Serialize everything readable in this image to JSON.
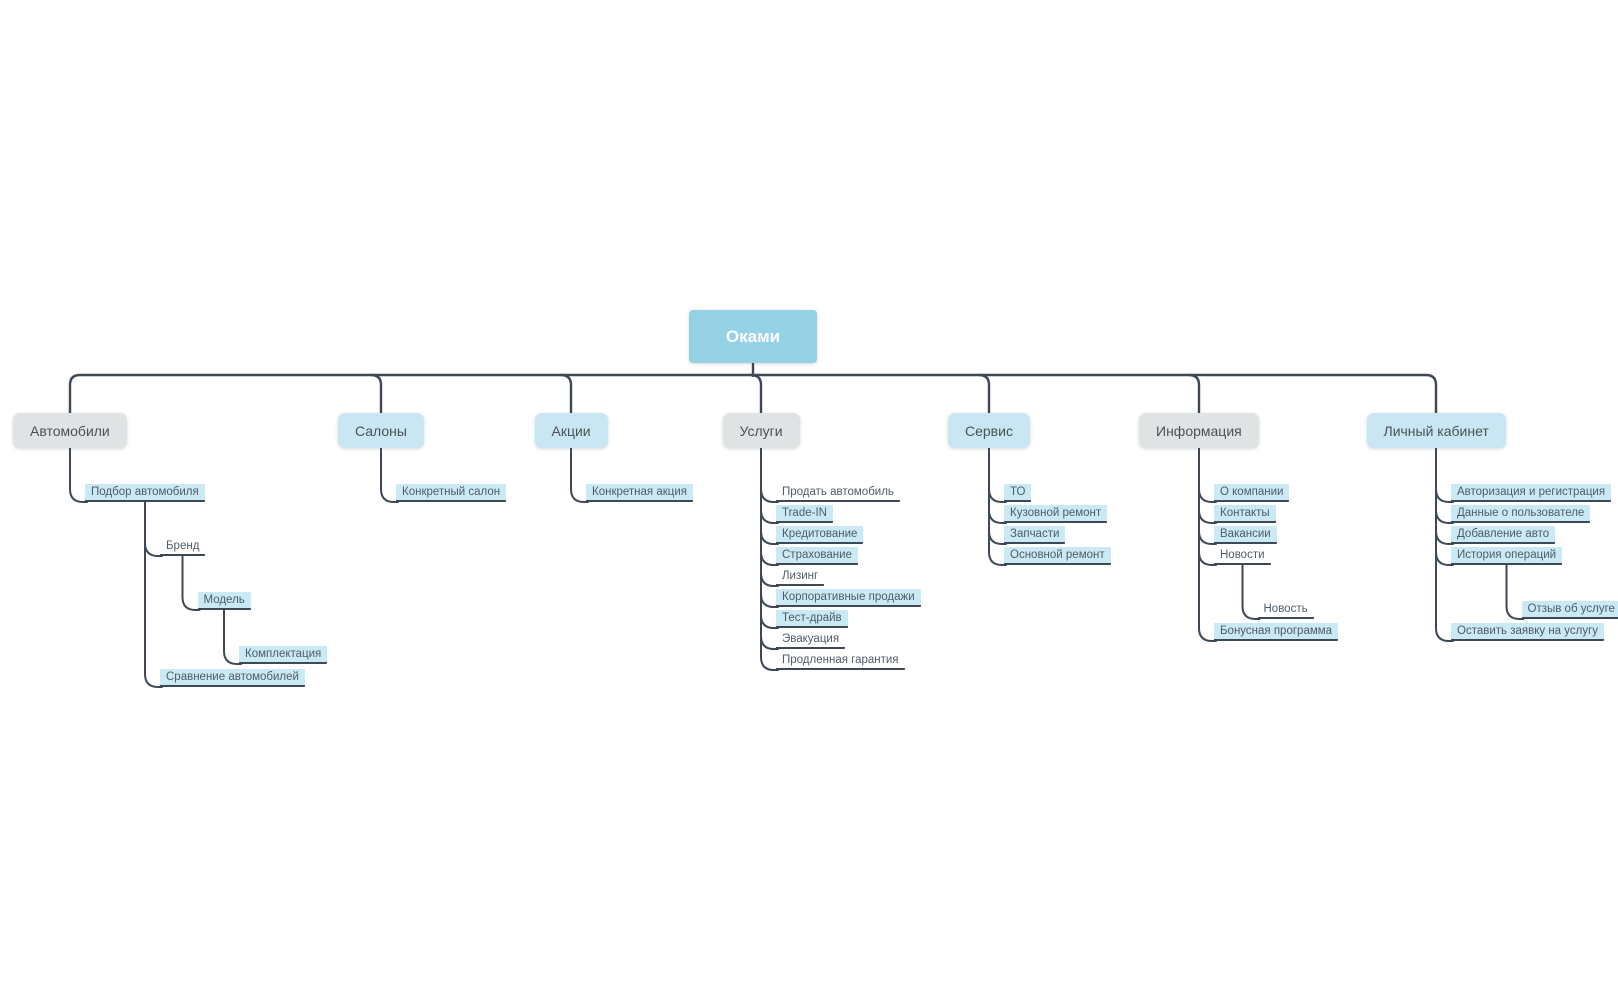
{
  "palette": {
    "background": "#ffffff",
    "connector": "#3f4956",
    "root_fill": "#96d2e5",
    "root_text": "#ffffff",
    "branch_gray_fill": "#e0e3e4",
    "branch_blue_fill": "#c8e7f2",
    "leaf_highlight_fill": "#c9e9f4",
    "branch_text": "#4b5158",
    "leaf_text": "#505c66"
  },
  "mindmap": {
    "root": {
      "label": "Оками"
    },
    "branches": [
      {
        "label": "Автомобили",
        "style": "gray",
        "children": [
          {
            "label": "Подбор автомобиля",
            "highlight": true,
            "children": [
              {
                "label": "Бренд",
                "highlight": false,
                "children": [
                  {
                    "label": "Модель",
                    "highlight": true,
                    "children": [
                      {
                        "label": "Комплектация",
                        "highlight": true
                      }
                    ]
                  }
                ]
              },
              {
                "label": "Сравнение автомобилей",
                "highlight": true
              }
            ]
          }
        ]
      },
      {
        "label": "Салоны",
        "style": "blue",
        "children": [
          {
            "label": "Конкретный салон",
            "highlight": true
          }
        ]
      },
      {
        "label": "Акции",
        "style": "blue",
        "children": [
          {
            "label": "Конкретная акция",
            "highlight": true
          }
        ]
      },
      {
        "label": "Услуги",
        "style": "gray",
        "children": [
          {
            "label": "Продать автомобиль",
            "highlight": false
          },
          {
            "label": "Trade-IN",
            "highlight": true
          },
          {
            "label": "Кредитование",
            "highlight": true
          },
          {
            "label": "Страхование",
            "highlight": true
          },
          {
            "label": "Лизинг",
            "highlight": false
          },
          {
            "label": "Корпоративные продажи",
            "highlight": true
          },
          {
            "label": "Тест-драйв",
            "highlight": true
          },
          {
            "label": "Эвакуация",
            "highlight": false
          },
          {
            "label": "Продленная гарантия",
            "highlight": false
          }
        ]
      },
      {
        "label": "Сервис",
        "style": "blue",
        "children": [
          {
            "label": "ТО",
            "highlight": true
          },
          {
            "label": "Кузовной ремонт",
            "highlight": true
          },
          {
            "label": "Запчасти",
            "highlight": true
          },
          {
            "label": "Основной ремонт",
            "highlight": true
          }
        ]
      },
      {
        "label": "Информация",
        "style": "gray",
        "children": [
          {
            "label": "О компании",
            "highlight": true
          },
          {
            "label": "Контакты",
            "highlight": true
          },
          {
            "label": "Вакансии",
            "highlight": true
          },
          {
            "label": "Новости",
            "highlight": false,
            "children": [
              {
                "label": "Новость",
                "highlight": false
              }
            ]
          },
          {
            "label": "Бонусная программа",
            "highlight": true
          }
        ]
      },
      {
        "label": "Личный кабинет",
        "style": "blue",
        "children": [
          {
            "label": "Авторизация и регистрация",
            "highlight": true
          },
          {
            "label": "Данные о пользователе",
            "highlight": true
          },
          {
            "label": "Добавление авто",
            "highlight": true
          },
          {
            "label": "История операций",
            "highlight": true,
            "children": [
              {
                "label": "Отзыв об услуге",
                "highlight": true
              }
            ]
          },
          {
            "label": "Оставить заявку на услугу",
            "highlight": true
          }
        ]
      }
    ]
  }
}
